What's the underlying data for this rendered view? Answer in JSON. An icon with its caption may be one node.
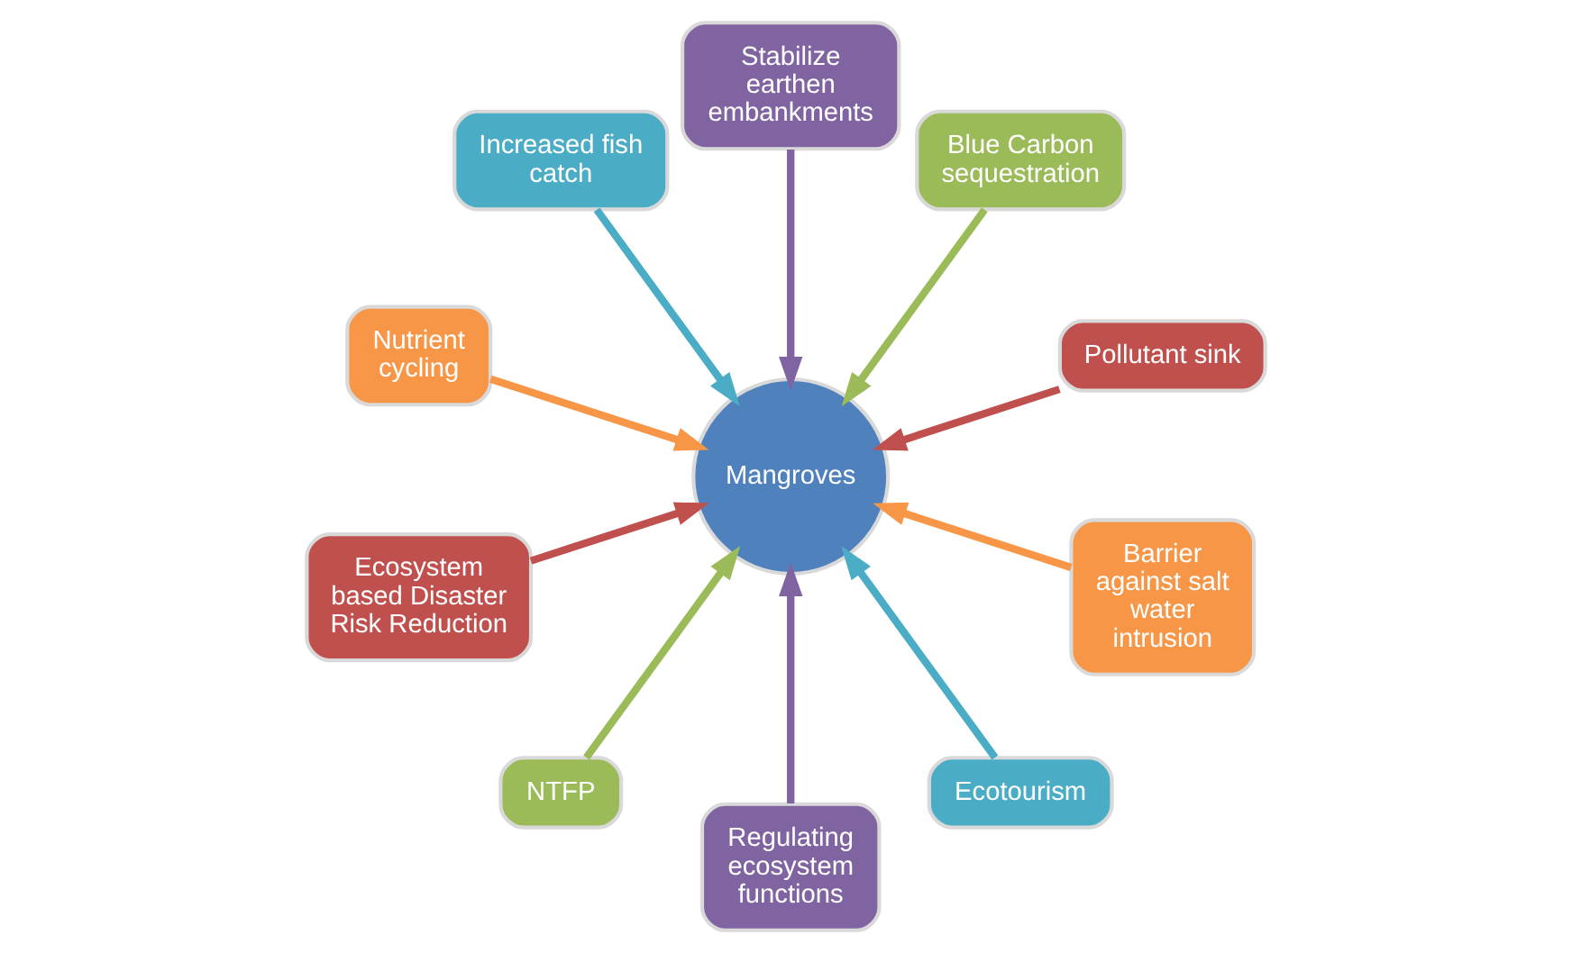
{
  "diagram": {
    "nodes": [
      {
        "text": [
          "Pollutant sink"
        ]
      },
      {
        "text": [
          "Blue Carbon sequestration"
        ]
      },
      {
        "text": [
          "Stabilize earthen embankments"
        ]
      },
      {
        "text": [
          "Increased fish catch"
        ]
      },
      {
        "text": [
          "Nutrient cycling"
        ]
      },
      {
        "text": [
          "Ecosystem based Disaster Risk Reduction"
        ]
      },
      {
        "text": [
          "NTFP"
        ]
      },
      {
        "text": [
          "Regulating ecosystem functions"
        ]
      },
      {
        "text": [
          "Ecotourism"
        ]
      },
      {
        "text": [
          "Barrier against salt water intrusion"
        ]
      },
      {
        "text": [
          "Mangroves"
        ]
      }
    ],
    "edges": [
      {
        "from": 0,
        "to": 10,
        "arrow": "to",
        "color": "#c0504d"
      },
      {
        "from": 1,
        "to": 10,
        "arrow": "to",
        "color": "#9bbb59"
      },
      {
        "from": 2,
        "to": 10,
        "arrow": "to",
        "color": "#8064a2"
      },
      {
        "from": 3,
        "to": 10,
        "arrow": "to",
        "color": "#4bacc6"
      },
      {
        "from": 4,
        "to": 10,
        "arrow": "to",
        "color": "#f79646"
      },
      {
        "from": 5,
        "to": 10,
        "arrow": "to",
        "color": "#c0504d"
      },
      {
        "from": 6,
        "to": 10,
        "arrow": "to",
        "color": "#9bbb59"
      },
      {
        "from": 7,
        "to": 10,
        "arrow": "to",
        "color": "#8064a2"
      },
      {
        "from": 8,
        "to": 10,
        "arrow": "to",
        "color": "#4bacc6"
      },
      {
        "from": 9,
        "to": 10,
        "arrow": "to",
        "color": "#f79646"
      }
    ]
  }
}
